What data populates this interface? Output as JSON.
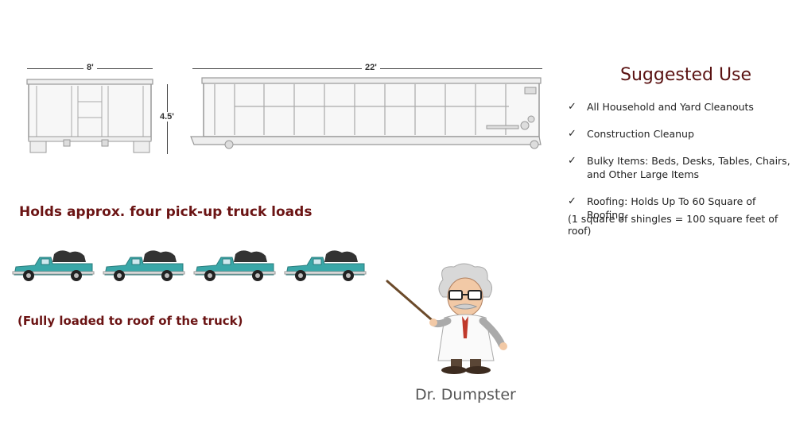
{
  "dimensions": {
    "width_label": "8'",
    "height_label": "4.5'",
    "length_label": "22'"
  },
  "capacity": {
    "headline": "Holds approx. four pick-up truck loads",
    "truck_count": 4,
    "note": "(Fully loaded to roof of the truck)"
  },
  "suggested_use": {
    "title": "Suggested Use",
    "items": [
      {
        "check": "✓",
        "text": "All Household and Yard Cleanouts"
      },
      {
        "check": "✓",
        "text": "Construction Cleanup"
      },
      {
        "check": "✓",
        "text": "Bulky Items: Beds, Desks, Tables, Chairs, and Other Large Items"
      },
      {
        "check": "✓",
        "text": "Roofing: Holds Up To 60 Square of Roofing"
      }
    ],
    "roofing_note": "(1 square of shingles = 100 square feet of roof)"
  },
  "mascot": {
    "name": "Dr. Dumpster"
  },
  "colors": {
    "headline": "#6b1414",
    "truck": "#3aa7a8",
    "dumpster_outline": "#9a9a9a"
  }
}
